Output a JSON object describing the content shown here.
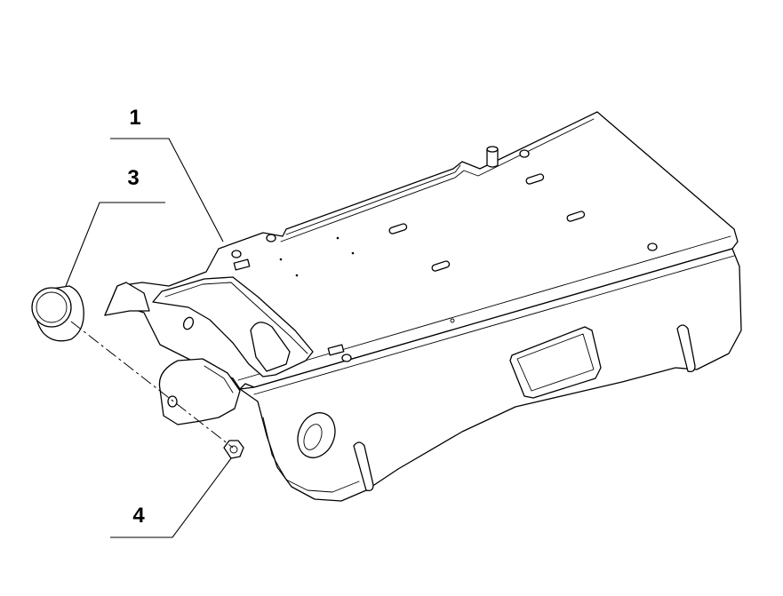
{
  "callouts": [
    {
      "id": "1",
      "label": "1"
    },
    {
      "id": "3",
      "label": "3"
    },
    {
      "id": "4",
      "label": "4"
    }
  ],
  "colors": {
    "line": "#000000",
    "background": "#ffffff"
  }
}
